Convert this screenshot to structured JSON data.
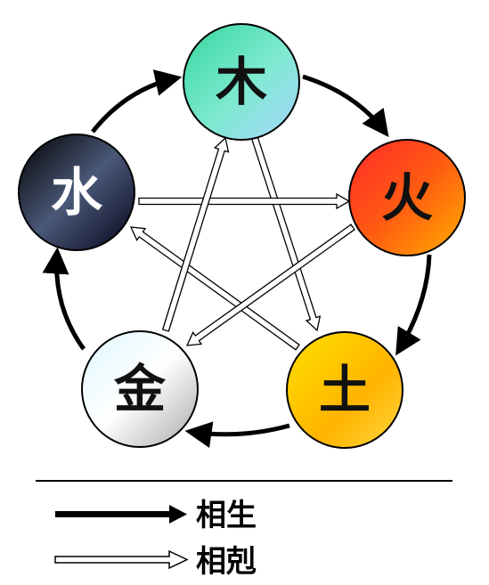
{
  "elements": {
    "wood": {
      "char": "木",
      "colors": [
        "#3fdcae",
        "#8ef0c8",
        "#9fd8ff"
      ]
    },
    "fire": {
      "char": "火",
      "colors": [
        "#ff3030",
        "#ff5a10",
        "#ffaa00"
      ]
    },
    "earth": {
      "char": "土",
      "colors": [
        "#ffd400",
        "#ffb300",
        "#ffe14a"
      ]
    },
    "metal": {
      "char": "金",
      "colors": [
        "#e8faff",
        "#ffffff",
        "#b9b9b9"
      ]
    },
    "water": {
      "char": "水",
      "colors": [
        "#000000",
        "#3b4a66",
        "#0b0b22"
      ]
    }
  },
  "legend": {
    "generating_label": "相生",
    "overcoming_label": "相剋"
  },
  "colors": {
    "generating_arrow": "#000000",
    "overcoming_arrow_fill": "#ffffff",
    "overcoming_arrow_stroke": "#000000",
    "separator": "#000000"
  }
}
